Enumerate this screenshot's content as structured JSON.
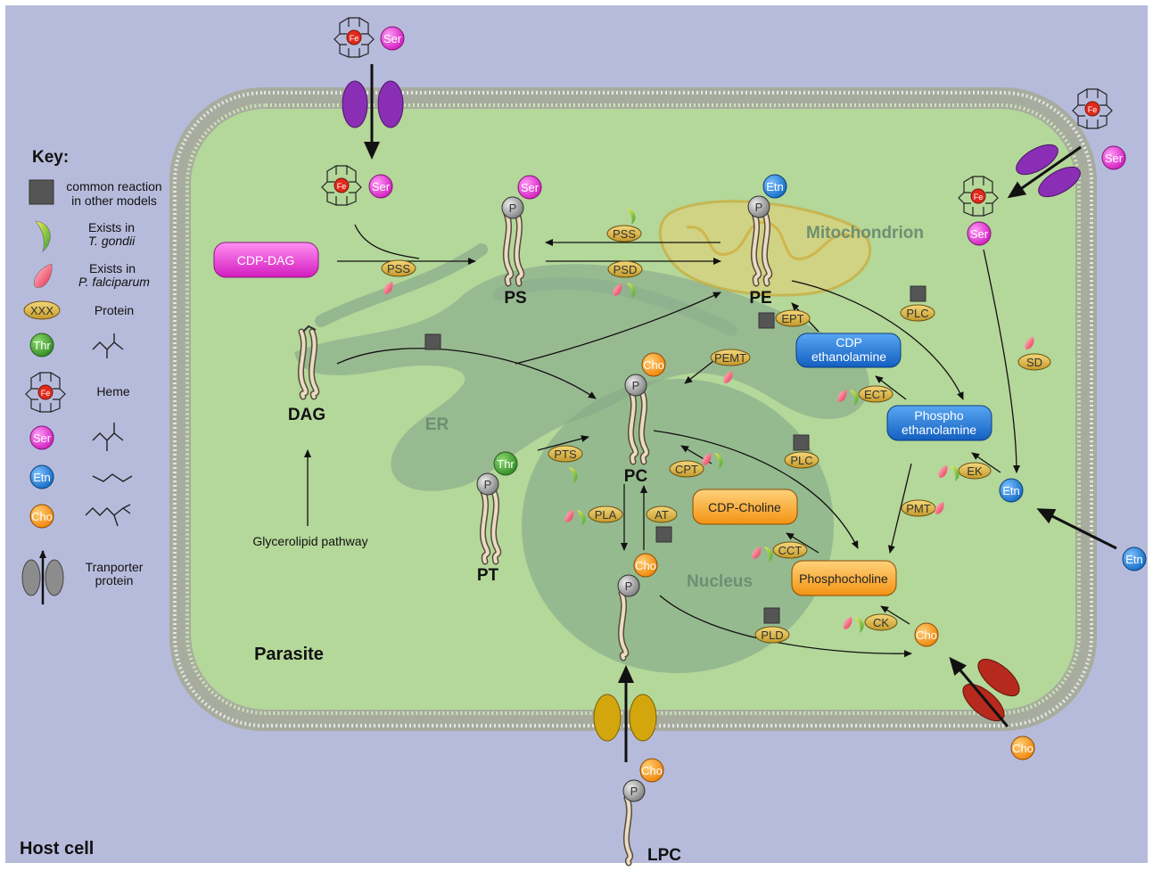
{
  "key": {
    "title": "Key:",
    "common_reaction": [
      "common reaction",
      "in other models"
    ],
    "tgondii": [
      "Exists in",
      "T. gondii"
    ],
    "pfalciparum": [
      "Exists in",
      "P. falciparum"
    ],
    "protein": "Protein",
    "protein_example": "XXX",
    "heme": "Heme",
    "transporter": [
      "Tranporter",
      "protein"
    ]
  },
  "molecules": {
    "ser": "Ser",
    "etn": "Etn",
    "cho": "Cho",
    "thr": "Thr",
    "fe": "Fe",
    "p": "P"
  },
  "lipids": {
    "ps": "PS",
    "pe": "PE",
    "pc": "PC",
    "pt": "PT",
    "dag": "DAG",
    "lpc": "LPC"
  },
  "boxes": {
    "cdp_dag": "CDP-DAG",
    "cdp_ethanolamine": [
      "CDP",
      "ethanolamine"
    ],
    "phosphoethanolamine": [
      "Phospho",
      "ethanolamine"
    ],
    "cdp_choline": "CDP-Choline",
    "phosphocholine": "Phosphocholine"
  },
  "enzymes": {
    "pss": "PSS",
    "psd": "PSD",
    "ept": "EPT",
    "plc": "PLC",
    "pemt": "PEMT",
    "ect": "ECT",
    "sd": "SD",
    "ek": "EK",
    "pmt": "PMT",
    "pts": "PTS",
    "cpt": "CPT",
    "pla": "PLA",
    "at": "AT",
    "cct": "CCT",
    "ck": "CK",
    "pld": "PLD"
  },
  "labels": {
    "glycerolipid": "Glycerolipid pathway",
    "parasite": "Parasite",
    "host_cell": "Host cell",
    "er": "ER",
    "nucleus": "Nucleus",
    "mitochondrion": "Mitochondrion"
  },
  "colors": {
    "host_bg": "#b7bbdb",
    "parasite_fill": "#b4d79a",
    "membrane": "#a9b09c",
    "ser": "#e83bd7",
    "etn": "#2287d9",
    "cho": "#f79a1e",
    "thr": "#4aa33a",
    "enzyme": "#d8b248",
    "cdp_dag": "#e82fd2",
    "blue_box": "#1c6fd6",
    "orange_box": "#f7a12a",
    "transporter_purple": "#8a2fb5",
    "transporter_yellow": "#d4a60d",
    "transporter_red": "#b52a1c"
  }
}
